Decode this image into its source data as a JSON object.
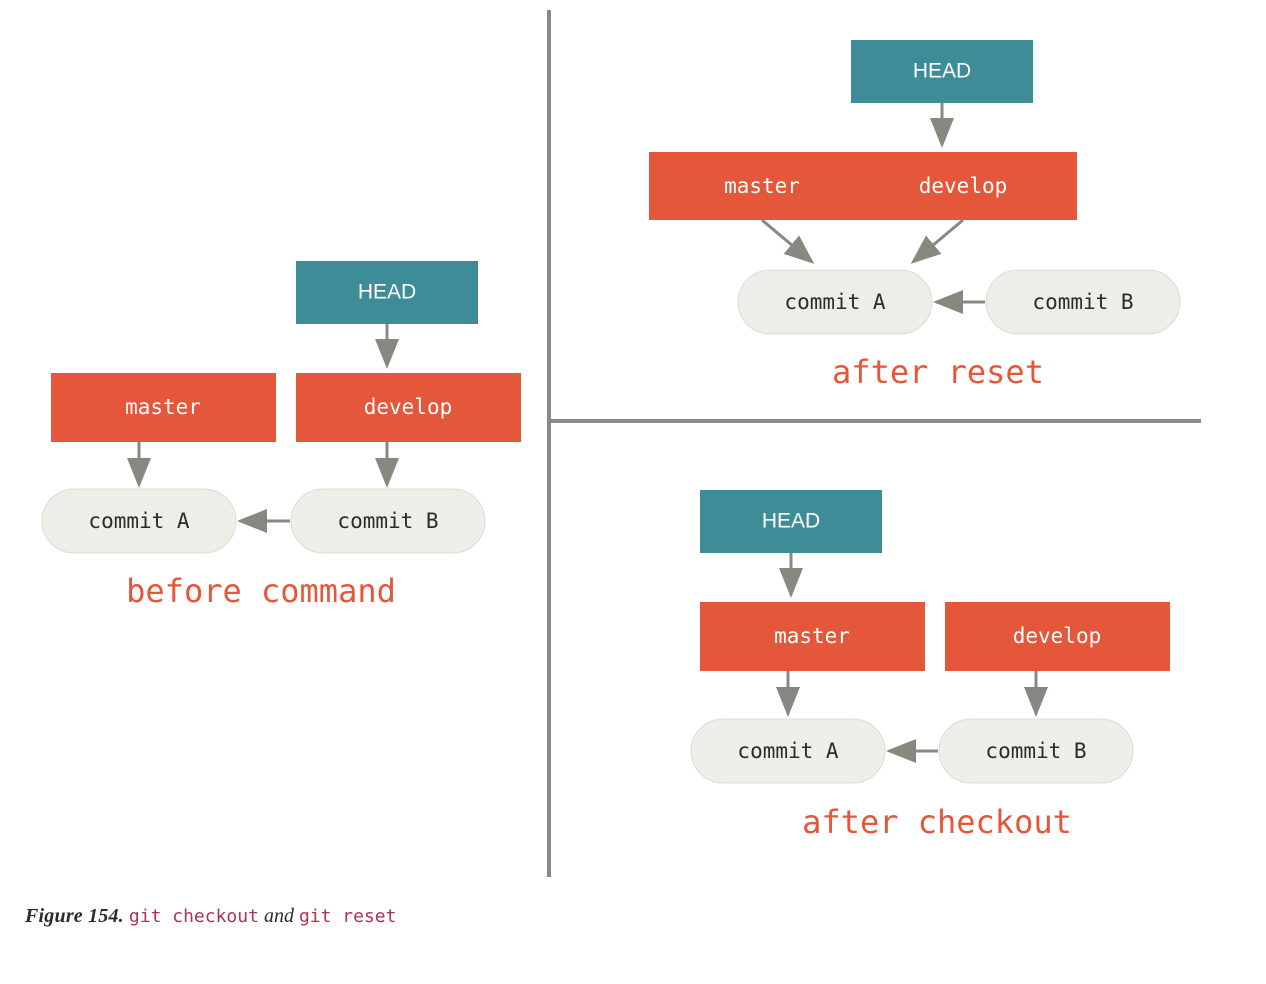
{
  "figure": {
    "number_label": "Figure 154.",
    "code_1": "git checkout",
    "conjunction": "and",
    "code_2": "git reset"
  },
  "colors": {
    "head_box": "#3d8c98",
    "branch_box": "#e4573a",
    "commit_node": "#edeee8",
    "commit_node_border": "#dcdcd4",
    "arrow": "#888880",
    "divider": "#8a8a85",
    "caption_accent": "#e4573a",
    "code_accent": "#ad334f",
    "text_dark": "#2b2b2b",
    "text_light": "#ffffff",
    "background": "#ffffff"
  },
  "panels": [
    {
      "id": "before-command",
      "caption": "before command",
      "head": {
        "label": "HEAD"
      },
      "branches": [
        {
          "label": "master"
        },
        {
          "label": "develop"
        }
      ],
      "commits": [
        {
          "label": "commit A"
        },
        {
          "label": "commit B"
        }
      ],
      "edges": [
        {
          "from": "HEAD",
          "to": "develop"
        },
        {
          "from": "master",
          "to": "commit A"
        },
        {
          "from": "develop",
          "to": "commit B"
        },
        {
          "from": "commit B",
          "to": "commit A"
        }
      ]
    },
    {
      "id": "after-reset",
      "caption": "after reset",
      "head": {
        "label": "HEAD"
      },
      "branches": [
        {
          "label": "master"
        },
        {
          "label": "develop"
        }
      ],
      "commits": [
        {
          "label": "commit A"
        },
        {
          "label": "commit B"
        }
      ],
      "edges": [
        {
          "from": "HEAD",
          "to": "develop"
        },
        {
          "from": "master",
          "to": "commit A"
        },
        {
          "from": "develop",
          "to": "commit A"
        },
        {
          "from": "commit B",
          "to": "commit A"
        }
      ]
    },
    {
      "id": "after-checkout",
      "caption": "after checkout",
      "head": {
        "label": "HEAD"
      },
      "branches": [
        {
          "label": "master"
        },
        {
          "label": "develop"
        }
      ],
      "commits": [
        {
          "label": "commit A"
        },
        {
          "label": "commit B"
        }
      ],
      "edges": [
        {
          "from": "HEAD",
          "to": "master"
        },
        {
          "from": "master",
          "to": "commit A"
        },
        {
          "from": "develop",
          "to": "commit B"
        },
        {
          "from": "commit B",
          "to": "commit A"
        }
      ]
    }
  ]
}
